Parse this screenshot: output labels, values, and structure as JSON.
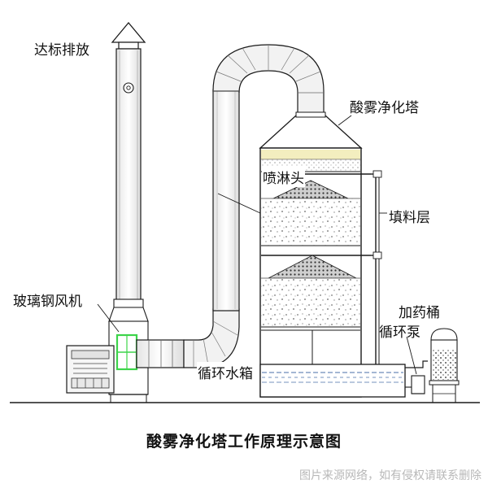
{
  "labels": {
    "discharge": "达标排放",
    "tower": "酸雾净化塔",
    "spray_head": "喷淋头",
    "packing_layer": "填料层",
    "fan": "玻璃钢风机",
    "dosing_tank": "加药桶",
    "pump": "循环泵",
    "water_tank": "循环水箱"
  },
  "caption": "酸雾净化塔工作原理示意图",
  "watermark": "图片来源网络，如有侵权请联系删除",
  "colors": {
    "line": "#1a1a1a",
    "pipe_fill": "#f4f4f4",
    "tower_fill": "#ffffff",
    "packing_band": "#f3eebf",
    "fan_accent": "#3cd44a",
    "water": "#4a6fa8"
  }
}
